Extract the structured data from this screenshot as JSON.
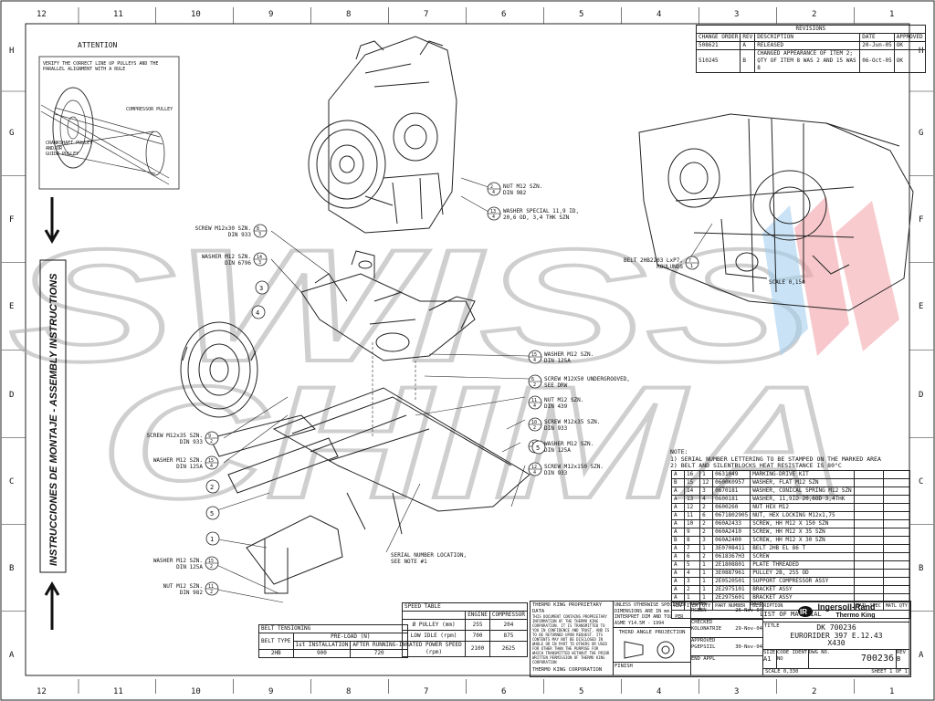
{
  "frame": {
    "columns": [
      "12",
      "11",
      "10",
      "9",
      "8",
      "7",
      "6",
      "5",
      "4",
      "3",
      "2",
      "1"
    ],
    "rows": [
      "H",
      "G",
      "F",
      "E",
      "D",
      "C",
      "B",
      "A"
    ]
  },
  "watermark": {
    "line1": "SWISS",
    "line2": "CHIMA",
    "color_outline": "#bbbbbb",
    "color_red": "#e85560",
    "color_blue": "#5aa8e0"
  },
  "side_title": {
    "assembly": "INSTRUCCIONES DE MONTAJE - ASSEMBLY INSTRUCTIONS"
  },
  "attention": {
    "title": "ATTENTION",
    "note": [
      "VERIFY THE CORRECT LINE UP PULLEYS AND THE",
      "PARALLEL ALIGNMENT WITH A RULE"
    ],
    "compressor_pulley": "COMPRESSOR PULLEY",
    "crankshaft": [
      "CRANKSHAFT PULLEY",
      "AND/OR",
      "GUIDE PULLEY"
    ]
  },
  "callouts": [
    {
      "num": "2",
      "sub": "4",
      "text": [
        "NUT M12 SZN.",
        "DIN 982"
      ]
    },
    {
      "num": "13",
      "sub": "4",
      "text": [
        "WASHER SPECIAL 11,9 ID,",
        "20,6 OD, 3,4 THK SZN"
      ]
    },
    {
      "num": "8",
      "sub": "3",
      "text": [
        "SCREW M12x30 SZN.",
        "DIN 933"
      ]
    },
    {
      "num": "14",
      "sub": "3",
      "text": [
        "WASHER M12 SZN.",
        "DIN 6796"
      ]
    },
    {
      "num": "7",
      "sub": "1",
      "text": [
        "BELT 2HB2203 LxP7,",
        "ROULUNDS"
      ]
    },
    {
      "num": "15",
      "sub": "4",
      "text": [
        "WASHER M12 SZN.",
        "DIN 125A"
      ]
    },
    {
      "num": "6",
      "sub": "2",
      "text": [
        "SCREW M12X50 UNDERGROOVED,",
        "SEE DRW"
      ]
    },
    {
      "num": "11",
      "sub": "4",
      "text": [
        "NUT M12 SZN.",
        "DIN 439"
      ]
    },
    {
      "num": "10",
      "sub": "2",
      "text": [
        "SCREW M12x35 SZN.",
        "DIN 933"
      ]
    },
    {
      "num": "15",
      "sub": "4",
      "text": [
        "WASHER M12 SZN.",
        "DIN 125A"
      ]
    },
    {
      "num": "12",
      "sub": "4",
      "text": [
        "SCREW M12x150 SZN.",
        "DIN 933"
      ]
    },
    {
      "num": "9",
      "sub": "2",
      "text": [
        "SCREW M12x35 SZN.",
        "DIN 933"
      ]
    },
    {
      "num": "15",
      "sub": "4",
      "text": [
        "WASHER M12 SZN.",
        "DIN 125A"
      ]
    },
    {
      "num": "15",
      "sub": "2",
      "text": [
        "WASHER M12 SZN.",
        "DIN 125A"
      ]
    },
    {
      "num": "11",
      "sub": "2",
      "text": [
        "NUT M12 SZN.",
        "DIN 982"
      ]
    }
  ],
  "serial_note": [
    "SERIAL NUMBER LOCATION,",
    "SEE NOTE #1"
  ],
  "scale_label": "SCALE  0,150",
  "revisions": {
    "title": "REVISIONS",
    "headers": [
      "CHANGE ORDER",
      "REV",
      "DESCRIPTION",
      "DATE",
      "APPROVED"
    ],
    "rows": [
      [
        "508621",
        "A",
        "RELEASED",
        "20-Jun-05",
        "OK"
      ],
      [
        "510245",
        "B",
        "CHANGED APPEARANCE OF ITEM 2; QTY OF ITEM 8 WAS 2 AND 15 WAS 8",
        "06-Oct-05",
        "OK"
      ]
    ]
  },
  "notes": {
    "title": "NOTE:",
    "lines": [
      "1) SERIAL NUMBER LETTERING TO BE STAMPED ON THE MARKED AREA",
      "2) BELT AND SILENTBLOCKS HEAT RESISTANCE IS 80°C"
    ]
  },
  "bom": {
    "title": "LIST OF MATERIAL",
    "headers": [
      "REV",
      "ITEM",
      "QTY",
      "PART NUMBER",
      "DESCRIPTION",
      "MATL SPEC",
      "MATL QTY"
    ],
    "rows": [
      [
        "A",
        "16",
        "1",
        "0631049",
        "MARKING-DRIVE KIT",
        "",
        ""
      ],
      [
        "B",
        "15",
        "12",
        "0600K0957",
        "WASHER, FLAT M12 SZN",
        "",
        ""
      ],
      [
        "A",
        "14",
        "3",
        "0670181",
        "WASHER, CONICAL SPRING M12 SZN",
        "",
        ""
      ],
      [
        "A",
        "13",
        "4",
        "0600181",
        "WASHER, 11,9ID 20,6OD 3,4THK",
        "",
        ""
      ],
      [
        "A",
        "12",
        "2",
        "0600260",
        "NUT HEX M12",
        "",
        ""
      ],
      [
        "A",
        "11",
        "6",
        "0671802905",
        "NUT, HEX LOCKING M12x1,75",
        "",
        ""
      ],
      [
        "A",
        "10",
        "2",
        "060A2433",
        "SCREW, HH M12 X 150 SZN",
        "",
        ""
      ],
      [
        "A",
        "9",
        "2",
        "060A2410",
        "SCREW, HH M12 X 35 SZN",
        "",
        ""
      ],
      [
        "B",
        "8",
        "3",
        "060A2400",
        "SCREW, HH M12 X 30 SZN",
        "",
        ""
      ],
      [
        "A",
        "7",
        "1",
        "3E0708411",
        "BELT 2HB EL 86 T",
        "",
        ""
      ],
      [
        "A",
        "6",
        "2",
        "0618367H3",
        "SCREW",
        "",
        ""
      ],
      [
        "A",
        "5",
        "1",
        "2E1808801",
        "PLATE THREADED",
        "",
        ""
      ],
      [
        "A",
        "4",
        "1",
        "3E0887961",
        "PULLEY 2B, 255 OD",
        "",
        ""
      ],
      [
        "A",
        "3",
        "1",
        "2E0520501",
        "SUPPORT COMPRESSOR ASSY",
        "",
        ""
      ],
      [
        "A",
        "2",
        "1",
        "2E2975101",
        "BRACKET ASSY",
        "",
        ""
      ],
      [
        "A",
        "1",
        "1",
        "2E2975601",
        "BRACKET ASSY",
        "",
        ""
      ]
    ]
  },
  "belt_table": {
    "title": "BELT TENSIONING",
    "preload": "PRE-LOAD (N)",
    "headers": [
      "BELT TYPE",
      "1st INSTALLATION",
      "AFTER RUNNING-IN"
    ],
    "row": [
      "2HB",
      "900",
      "720"
    ]
  },
  "speed_table": {
    "title": "SPEED TABLE",
    "headers": [
      "",
      "ENGINE",
      "COMPRESSOR"
    ],
    "rows": [
      [
        "Ø PULLEY (mm)",
        "255",
        "204"
      ],
      [
        "LOW IDLE (rpm)",
        "700",
        "875"
      ],
      [
        "RATED POWER SPEED (rpm)",
        "2100",
        "2625"
      ]
    ]
  },
  "title_block": {
    "proprietary_title": "THERMO KING PROPRIETARY DATA",
    "proprietary_text": "THIS DOCUMENT CONTAINS PROPRIETARY INFORMATION OF THE THERMO KING CORPORATION. IT IS TRANSMITTED TO YOU IN CONFIDENCE AND TRUST, AND IS TO BE RETURNED UPON REQUEST. ITS CONTENTS MAY NOT BE DISCLOSED IN WHOLE OR IN PART TO OTHERS OR USED FOR OTHER THAN THE PURPOSE FOR WHICH TRANSMITTED WITHOUT THE PRIOR WRITTEN PERMISSION OF THERMO KING CORPORATION",
    "corp": "THERMO KING CORPORATION",
    "unless": "UNLESS OTHERWISE SPECIFIED DIMENSIONS ARE IN mm. INTERPRET DIM AND TOL PER ASME Y14.5M - 1994",
    "projection": "THIRD ANGLE PROJECTION",
    "finish": "FINISH",
    "drawn_label": "DRAWN",
    "drawn_by": "RGEEN",
    "drawn_date": "26-Nov-04",
    "checked_label": "CHECKED",
    "checked_by": "KOLONATRIE",
    "checked_date": "29-Nov-04",
    "approved_label": "APPROVED",
    "approved_by": "PGEPSIIL",
    "approved_date": "30-Nov-04",
    "end_appl": "END APPL",
    "date_label": "DATE",
    "brand": "Ingersoll-Rand",
    "subbrand": "Thermo King",
    "title_label": "TITLE",
    "title": [
      "DK 700236",
      "EURORIDER 397 E.12.43",
      "X430"
    ],
    "size_label": "SIZE",
    "size": "A1",
    "cage_label": "CODE IDENT NO",
    "dwg_label": "DWG NO.",
    "dwg": "700236",
    "rev_label": "REV",
    "rev": "B",
    "scale": "SCALE  0,330",
    "sheet": "SHEET 1 OF 1"
  }
}
